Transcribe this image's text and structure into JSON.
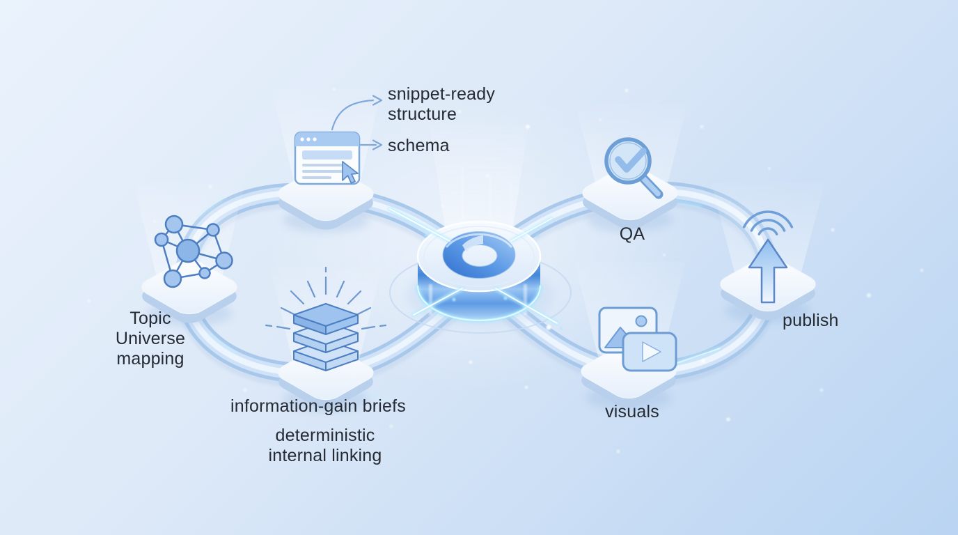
{
  "diagram_title": "content workflow figure-eight loop",
  "labels": {
    "topic": "Topic\nUniverse\nmapping",
    "snippet": "snippet-ready\nstructure",
    "schema": "schema",
    "briefs": "information-gain briefs",
    "linking": "deterministic\ninternal linking",
    "qa": "QA",
    "visuals": "visuals",
    "publish": "publish"
  },
  "nodes": [
    {
      "id": "topic-universe-mapping",
      "icon": "network-graph-icon",
      "label": "Topic Universe mapping"
    },
    {
      "id": "snippet-structure",
      "icon": "browser-window-icon",
      "label": "snippet-ready structure / schema"
    },
    {
      "id": "information-gain-briefs",
      "icon": "layer-stack-icon",
      "label": "information-gain briefs / deterministic internal linking"
    },
    {
      "id": "qa",
      "icon": "magnifier-check-icon",
      "label": "QA"
    },
    {
      "id": "visuals",
      "icon": "image-video-icon",
      "label": "visuals"
    },
    {
      "id": "publish",
      "icon": "broadcast-upload-icon",
      "label": "publish"
    },
    {
      "id": "hub",
      "icon": "swirl-disc-icon",
      "label": ""
    }
  ],
  "icons": {
    "topic": "network-graph-icon",
    "snippet": "browser-window-icon",
    "cursor": "cursor-pointer-icon",
    "briefs": "layer-stack-icon",
    "qa": "magnifier-check-icon",
    "visuals": "image-video-icon",
    "publish": "broadcast-upload-icon",
    "hub": "swirl-disc-icon"
  },
  "colors": {
    "background_top_left": "#eaf2fc",
    "background_bottom_right": "#b9d4f2",
    "tube_outer": "#a5c6ea",
    "tube_inner": "#edf5fd",
    "glow_cyan": "#9fe8ff",
    "icon_stroke": "#4d7ec2",
    "icon_fill": "#a4c6ee",
    "hub_blue": "#3f83d6",
    "platform_white": "#ffffff",
    "text": "#252a33",
    "arrow": "#7ea8da"
  }
}
